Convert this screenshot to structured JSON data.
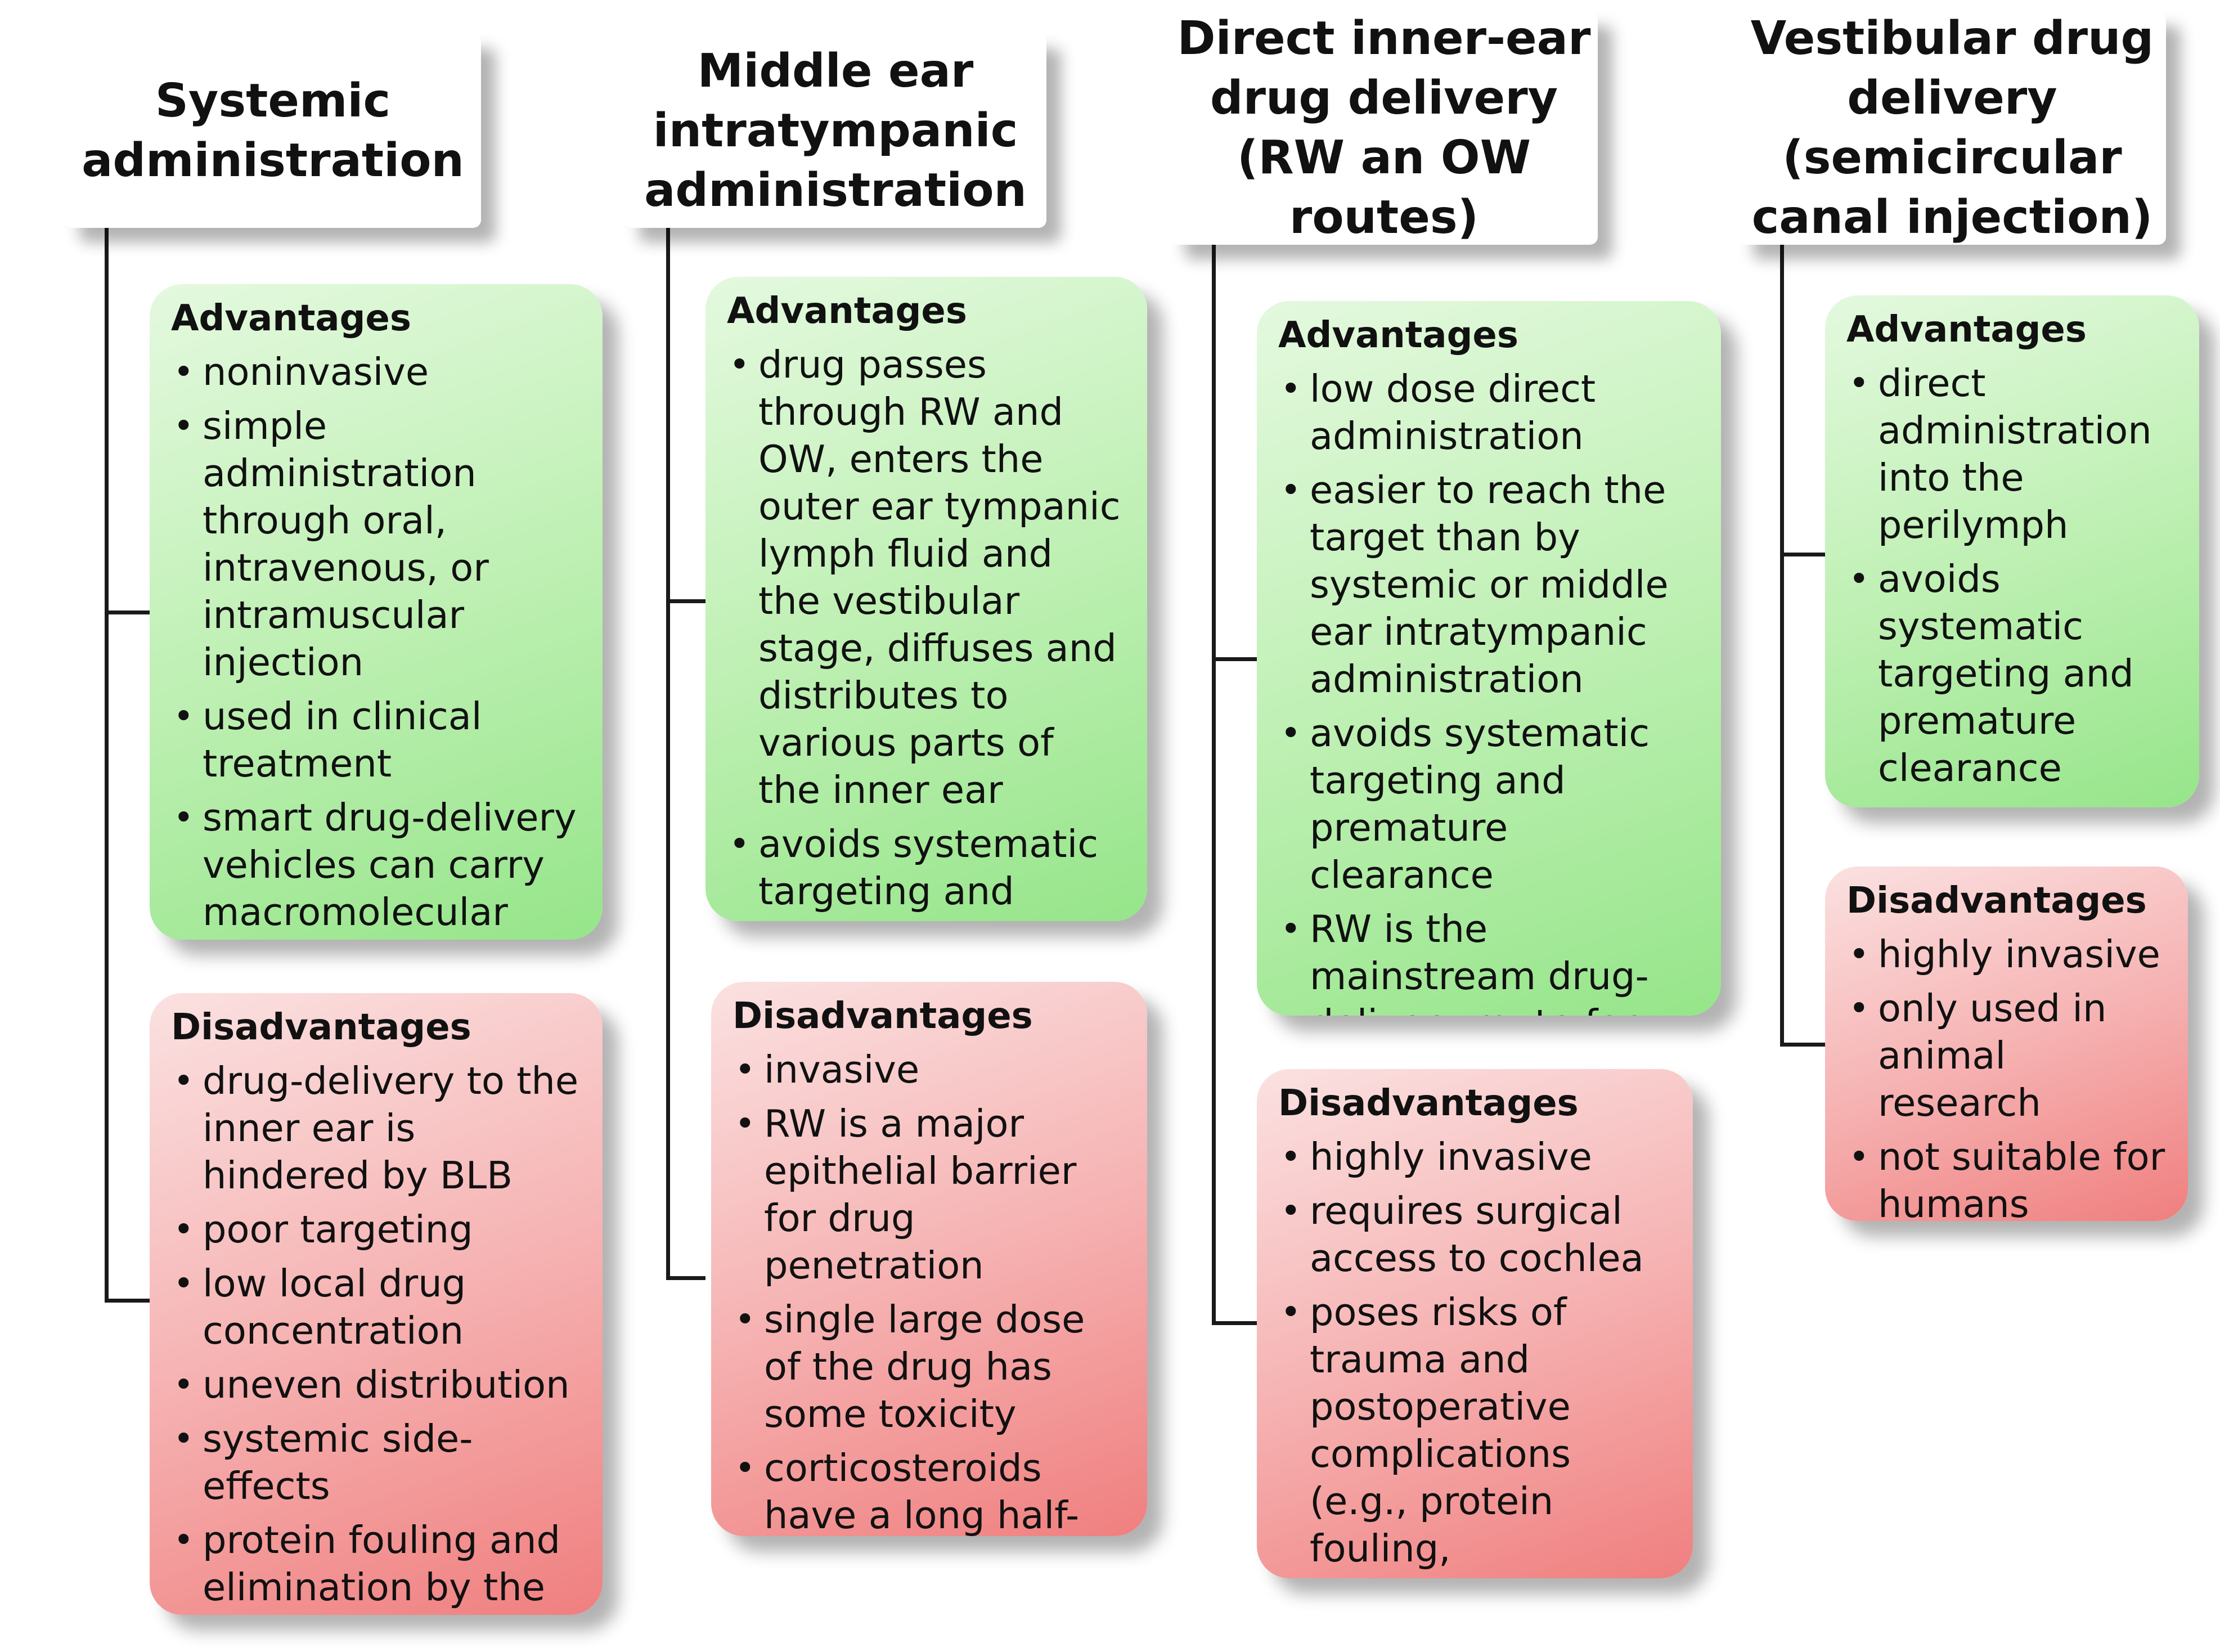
{
  "columns": [
    {
      "title": "Systemic administration",
      "advantages": {
        "heading": "Advantages",
        "items": [
          "noninvasive",
          "simple administration through oral, intravenous, or intramuscular injection",
          "used in clinical treatment",
          "smart drug-delivery vehicles can carry macromolecular therapeutics"
        ]
      },
      "disadvantages": {
        "heading": "Disadvantages",
        "items": [
          "drug-delivery to the inner ear is hindered by BLB",
          "poor targeting",
          "low local drug concentration",
          "uneven distribution",
          "systemic side-effects",
          "protein fouling and elimination by the immune system"
        ]
      }
    },
    {
      "title": "Middle ear intratympanic administration",
      "advantages": {
        "heading": "Advantages",
        "items": [
          "drug passes through RW and OW, enters the outer ear tympanic lymph fluid and the vestibular stage, diffuses and distributes to various parts of the inner ear",
          "avoids systematic targeting and premature systemic clearance"
        ]
      },
      "disadvantages": {
        "heading": "Disadvantages",
        "items": [
          "invasive",
          "RW is a major epithelial barrier for drug penetration",
          "single large dose of the drug has some toxicity",
          "corticosteroids have a long half-life"
        ]
      }
    },
    {
      "title": "Direct inner-ear drug delivery (RW an OW routes)",
      "advantages": {
        "heading": "Advantages",
        "items": [
          "low dose direct administration",
          "easier to reach the target than by systemic or middle ear intratympanic administration",
          "avoids systematic targeting and premature clearance",
          "RW is the mainstream drug-delivery route for the inner ear"
        ]
      },
      "disadvantages": {
        "heading": "Disadvantages",
        "items": [
          "highly invasive",
          "requires surgical access to cochlea",
          "poses risks of trauma and postoperative complications (e.g., protein fouling, inflammation)"
        ]
      }
    },
    {
      "title": "Vestibular drug delivery (semicircular canal injection)",
      "advantages": {
        "heading": "Advantages",
        "items": [
          "direct administration into the perilymph",
          "avoids systematic targeting and premature clearance"
        ]
      },
      "disadvantages": {
        "heading": "Disadvantages",
        "items": [
          "highly invasive",
          "only used in animal research",
          "not suitable for humans"
        ]
      }
    }
  ]
}
